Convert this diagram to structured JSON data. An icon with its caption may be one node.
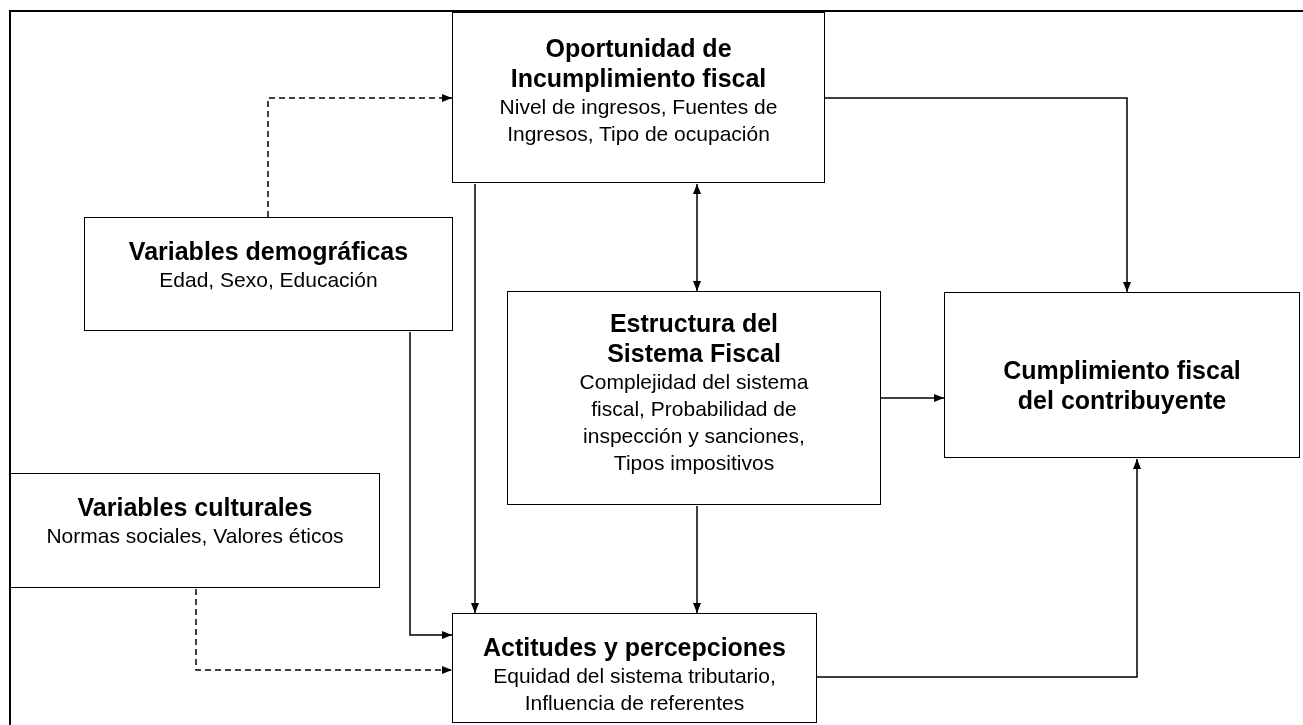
{
  "diagram": {
    "nodes": [
      {
        "text": [
          "Oportunidad de Incumplimiento fiscal",
          "Nivel de ingresos, Fuentes de Ingresos, Tipo de ocupación"
        ]
      },
      {
        "text": [
          "Variables demográficas",
          "Edad, Sexo, Educación"
        ]
      },
      {
        "text": [
          "Estructura del Sistema Fiscal",
          "Complejidad del sistema fiscal, Probabilidad de inspección y sanciones, Tipos impositivos"
        ]
      },
      {
        "text": [
          "Cumplimiento fiscal del contribuyente"
        ]
      },
      {
        "text": [
          "Variables culturales",
          "Normas sociales, Valores éticos"
        ]
      },
      {
        "text": [
          "Actitudes y percepciones",
          "Equidad del sistema tributario, Influencia de referentes"
        ]
      }
    ],
    "edges": [
      {
        "from": 1,
        "to": 0,
        "arrow": "to",
        "style": "dashed"
      },
      {
        "from": 0,
        "to": 3,
        "arrow": "to"
      },
      {
        "from": 0,
        "to": 2,
        "arrow": "both"
      },
      {
        "from": 0,
        "to": 5,
        "arrow": "to"
      },
      {
        "from": 1,
        "to": 5,
        "arrow": "to"
      },
      {
        "from": 2,
        "to": 3,
        "arrow": "to"
      },
      {
        "from": 2,
        "to": 5,
        "arrow": "to"
      },
      {
        "from": 4,
        "to": 5,
        "arrow": "to",
        "style": "dashed"
      },
      {
        "from": 5,
        "to": 3,
        "arrow": "to"
      }
    ]
  }
}
